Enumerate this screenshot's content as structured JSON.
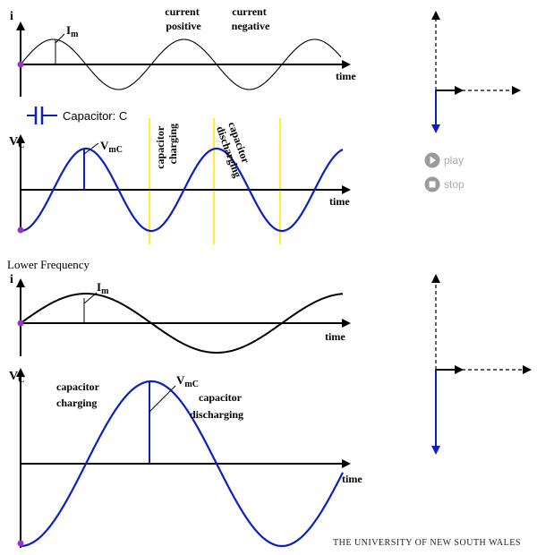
{
  "colors": {
    "current": "#000000",
    "voltage": "#0b1fc2",
    "marker": "#ffee33",
    "origin_dot": "#9933cc",
    "controls": "#9a9a9a",
    "phasor_current": "#000000",
    "phasor_voltage": "#0b1fc2"
  },
  "icons": {
    "capacitor": "capacitor-symbol-icon",
    "play": "play-icon",
    "stop": "stop-icon"
  },
  "top": {
    "current_axis_label": "i",
    "current_amp_label": "I",
    "current_amp_sub": "m",
    "current_positive": [
      "current",
      "positive"
    ],
    "current_negative": [
      "current",
      "negative"
    ],
    "time_label": "time",
    "capacitor_label": "Capacitor: C",
    "voltage_axis_label": "V",
    "voltage_axis_sub": "C",
    "voltage_amp_label": "V",
    "voltage_amp_sub": "mC",
    "annotation_charging": [
      "capacitor",
      "charging"
    ],
    "annotation_discharging": [
      "capacitor",
      "discharging"
    ],
    "time_label_2": "time"
  },
  "bottom": {
    "section_title": "Lower Frequency",
    "current_axis_label": "i",
    "current_amp_label": "I",
    "current_amp_sub": "m",
    "time_label": "time",
    "voltage_axis_label": "V",
    "voltage_axis_sub": "C",
    "voltage_amp_label": "V",
    "voltage_amp_sub": "mC",
    "annotation_charging": [
      "capacitor",
      "charging"
    ],
    "annotation_discharging": [
      "capacitor",
      "discharging"
    ],
    "time_label_2": "time"
  },
  "controls": {
    "play_label": "play",
    "stop_label": "stop"
  },
  "footer": "THE UNIVERSITY OF NEW SOUTH WALES"
}
